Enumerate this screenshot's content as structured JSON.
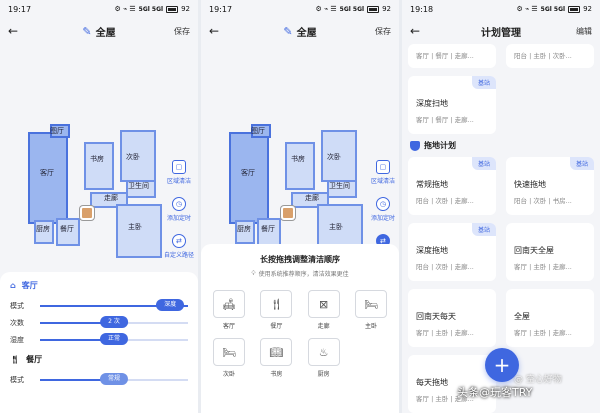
{
  "colors": {
    "accent": "#3f67e0",
    "room_fill": "#9bb6ef",
    "room_light": "#cfdcf7"
  },
  "phones": [
    {
      "status": {
        "time": "19:17",
        "battery": "92",
        "signal": "5Gl 5Gl",
        "icons": "⚙ ⌁ ☰"
      },
      "back": "←",
      "title": "全屋",
      "action": "保存",
      "rooms": {
        "restaurant_top": "图厅",
        "living": "客厅",
        "study": "书房",
        "second": "次卧",
        "bath": "卫生间",
        "corridor": "走廊",
        "kitchen": "厨房",
        "dining": "餐厅",
        "master": "主卧"
      },
      "side_actions": {
        "zone": "区域清洁",
        "timer": "添加定时",
        "path": "自定义路径"
      },
      "panel": {
        "room1": "客厅",
        "rows1": [
          {
            "label": "模式",
            "value": "深度",
            "level": 1.0
          },
          {
            "label": "次数",
            "value": "2 次",
            "level": 0.5
          },
          {
            "label": "湿度",
            "value": "正常",
            "level": 0.5
          }
        ],
        "room2": "餐厅",
        "rows2": [
          {
            "label": "模式",
            "value": "常规",
            "level": 0.5
          }
        ]
      }
    },
    {
      "status": {
        "time": "19:17",
        "battery": "92",
        "signal": "5Gl 5Gl",
        "icons": "⚙ ⌁ ☰"
      },
      "back": "←",
      "title": "全屋",
      "action": "保存",
      "rooms": {
        "restaurant_top": "图厅",
        "living": "客厅",
        "study": "书房",
        "second": "次卧",
        "bath": "卫生间",
        "corridor": "走廊",
        "kitchen": "厨房",
        "dining": "餐厅",
        "master": "主卧"
      },
      "side_actions": {
        "zone": "区域清洁",
        "timer": "添加定时"
      },
      "panel": {
        "title": "长按拖拽调整清洁顺序",
        "tip": "使用系统推荐顺序，清洁效果更佳",
        "tiles": [
          "客厅",
          "餐厅",
          "走廊",
          "主卧",
          "次卧",
          "书房",
          "厨房"
        ]
      }
    },
    {
      "status": {
        "time": "19:18",
        "battery": "92",
        "signal": "5Gl 5Gl",
        "icons": "⚙ ⌁ ☰"
      },
      "back": "←",
      "title": "计划管理",
      "action": "编辑",
      "top_cards": [
        {
          "desc": "客厅 | 餐厅 | 走廊..."
        },
        {
          "desc": "阳台 | 主卧 | 次卧..."
        }
      ],
      "deep_sweep": {
        "name": "深度扫地",
        "desc": "客厅 | 餐厅 | 走廊...",
        "badge": "基站"
      },
      "mop_group": "拖地计划",
      "mop_cards": [
        {
          "name": "常规拖地",
          "desc": "阳台 | 次卧 | 走廊...",
          "badge": "基站"
        },
        {
          "name": "快速拖地",
          "desc": "阳台 | 次卧 | 书房...",
          "badge": "基站"
        },
        {
          "name": "深度拖地",
          "desc": "阳台 | 次卧 | 走廊...",
          "badge": "基站"
        },
        {
          "name": "回南天全屋",
          "desc": "客厅 | 主卧 | 走廊...",
          "badge": ""
        },
        {
          "name": "回南天每天",
          "desc": "客厅 | 主卧 | 走廊...",
          "badge": ""
        },
        {
          "name": "全屋",
          "desc": "客厅 | 主卧 | 走廊...",
          "badge": ""
        },
        {
          "name": "每天拖地",
          "desc": "客厅 | 主卧 | 走廊...",
          "badge": ""
        }
      ],
      "fab": "+",
      "watermark": "头条@玩客TRY",
      "watermark2": "@ 空心好物"
    }
  ]
}
